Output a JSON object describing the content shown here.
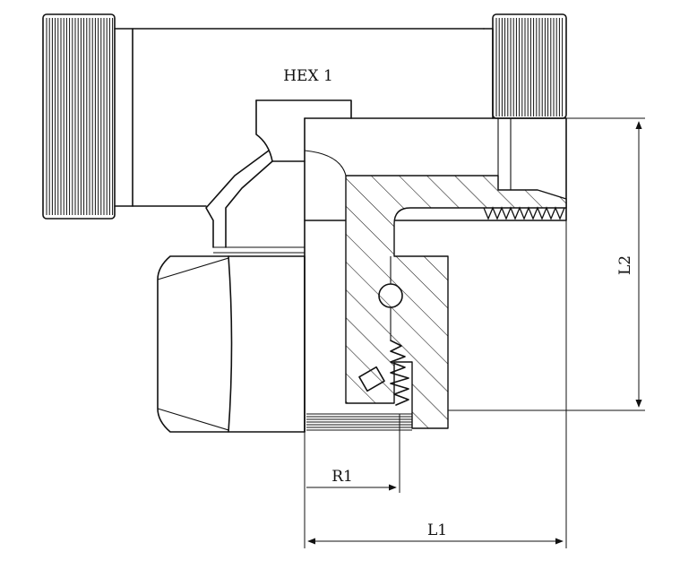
{
  "labels": {
    "hex": "HEX 1",
    "l1": "L1",
    "l2": "L2",
    "r1": "R1"
  }
}
